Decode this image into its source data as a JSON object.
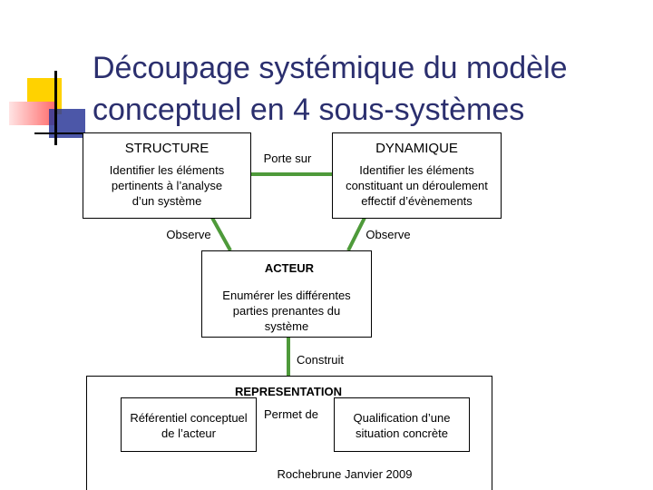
{
  "slide": {
    "title_line1": "Découpage systémique du modèle",
    "title_line2": "conceptuel en 4 sous-systèmes"
  },
  "structure": {
    "heading": "STRUCTURE",
    "line1": "Identifier les éléments",
    "line2": "pertinents à l’analyse",
    "line3": "d’un système"
  },
  "dynamique": {
    "heading": "DYNAMIQUE",
    "line1": "Identifier les éléments",
    "line2": "constituant un déroulement",
    "line3": "effectif d’évènements"
  },
  "acteur": {
    "heading": "ACTEUR",
    "line1": "Enumérer les différentes",
    "line2": "parties prenantes du",
    "line3": "système"
  },
  "representation": {
    "heading": "REPRESENTATION",
    "ref_line1": "Référentiel conceptuel",
    "ref_line2": "de l’acteur",
    "qual_line1": "Qualification d’une",
    "qual_line2": "situation concrète"
  },
  "links": {
    "porte_sur": "Porte sur",
    "observe_left": "Observe",
    "observe_right": "Observe",
    "construit": "Construit",
    "permet_de": "Permet de"
  },
  "footer": "Rochebrune Janvier 2009",
  "colors": {
    "title": "#2b2f6e",
    "link_green": "#4e9a3a",
    "deco_yellow": "#ffd200",
    "deco_red": "#ff5a5a",
    "deco_blue": "#2d3a99"
  }
}
